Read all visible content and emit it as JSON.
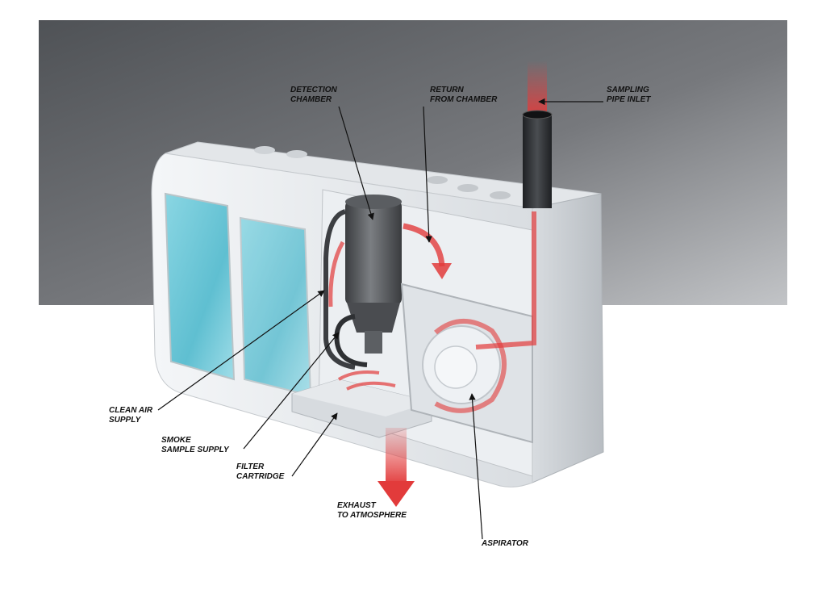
{
  "labels": {
    "detection_chamber": [
      "DETECTION",
      "CHAMBER"
    ],
    "return_from_chamber": [
      "RETURN",
      "FROM CHAMBER"
    ],
    "sampling_pipe_inlet": [
      "SAMPLING",
      "PIPE INLET"
    ],
    "clean_air_supply": [
      "CLEAN AIR",
      "SUPPLY"
    ],
    "smoke_sample_supply": [
      "SMOKE",
      "SAMPLE SUPPLY"
    ],
    "filter_cartridge": [
      "FILTER",
      "CARTRIDGE"
    ],
    "exhaust_to_atmosphere": [
      "EXHAUST",
      "TO ATMOSPHERE"
    ],
    "aspirator": [
      "ASPIRATOR"
    ]
  },
  "colors": {
    "background_dark": "#55585c",
    "background_light": "#b4b7bb",
    "housing": "#e9ecef",
    "screen": "#6cc6d6",
    "airflow": "#e23b3b",
    "pipe": "#2b2d30",
    "label_text": "#111111"
  }
}
